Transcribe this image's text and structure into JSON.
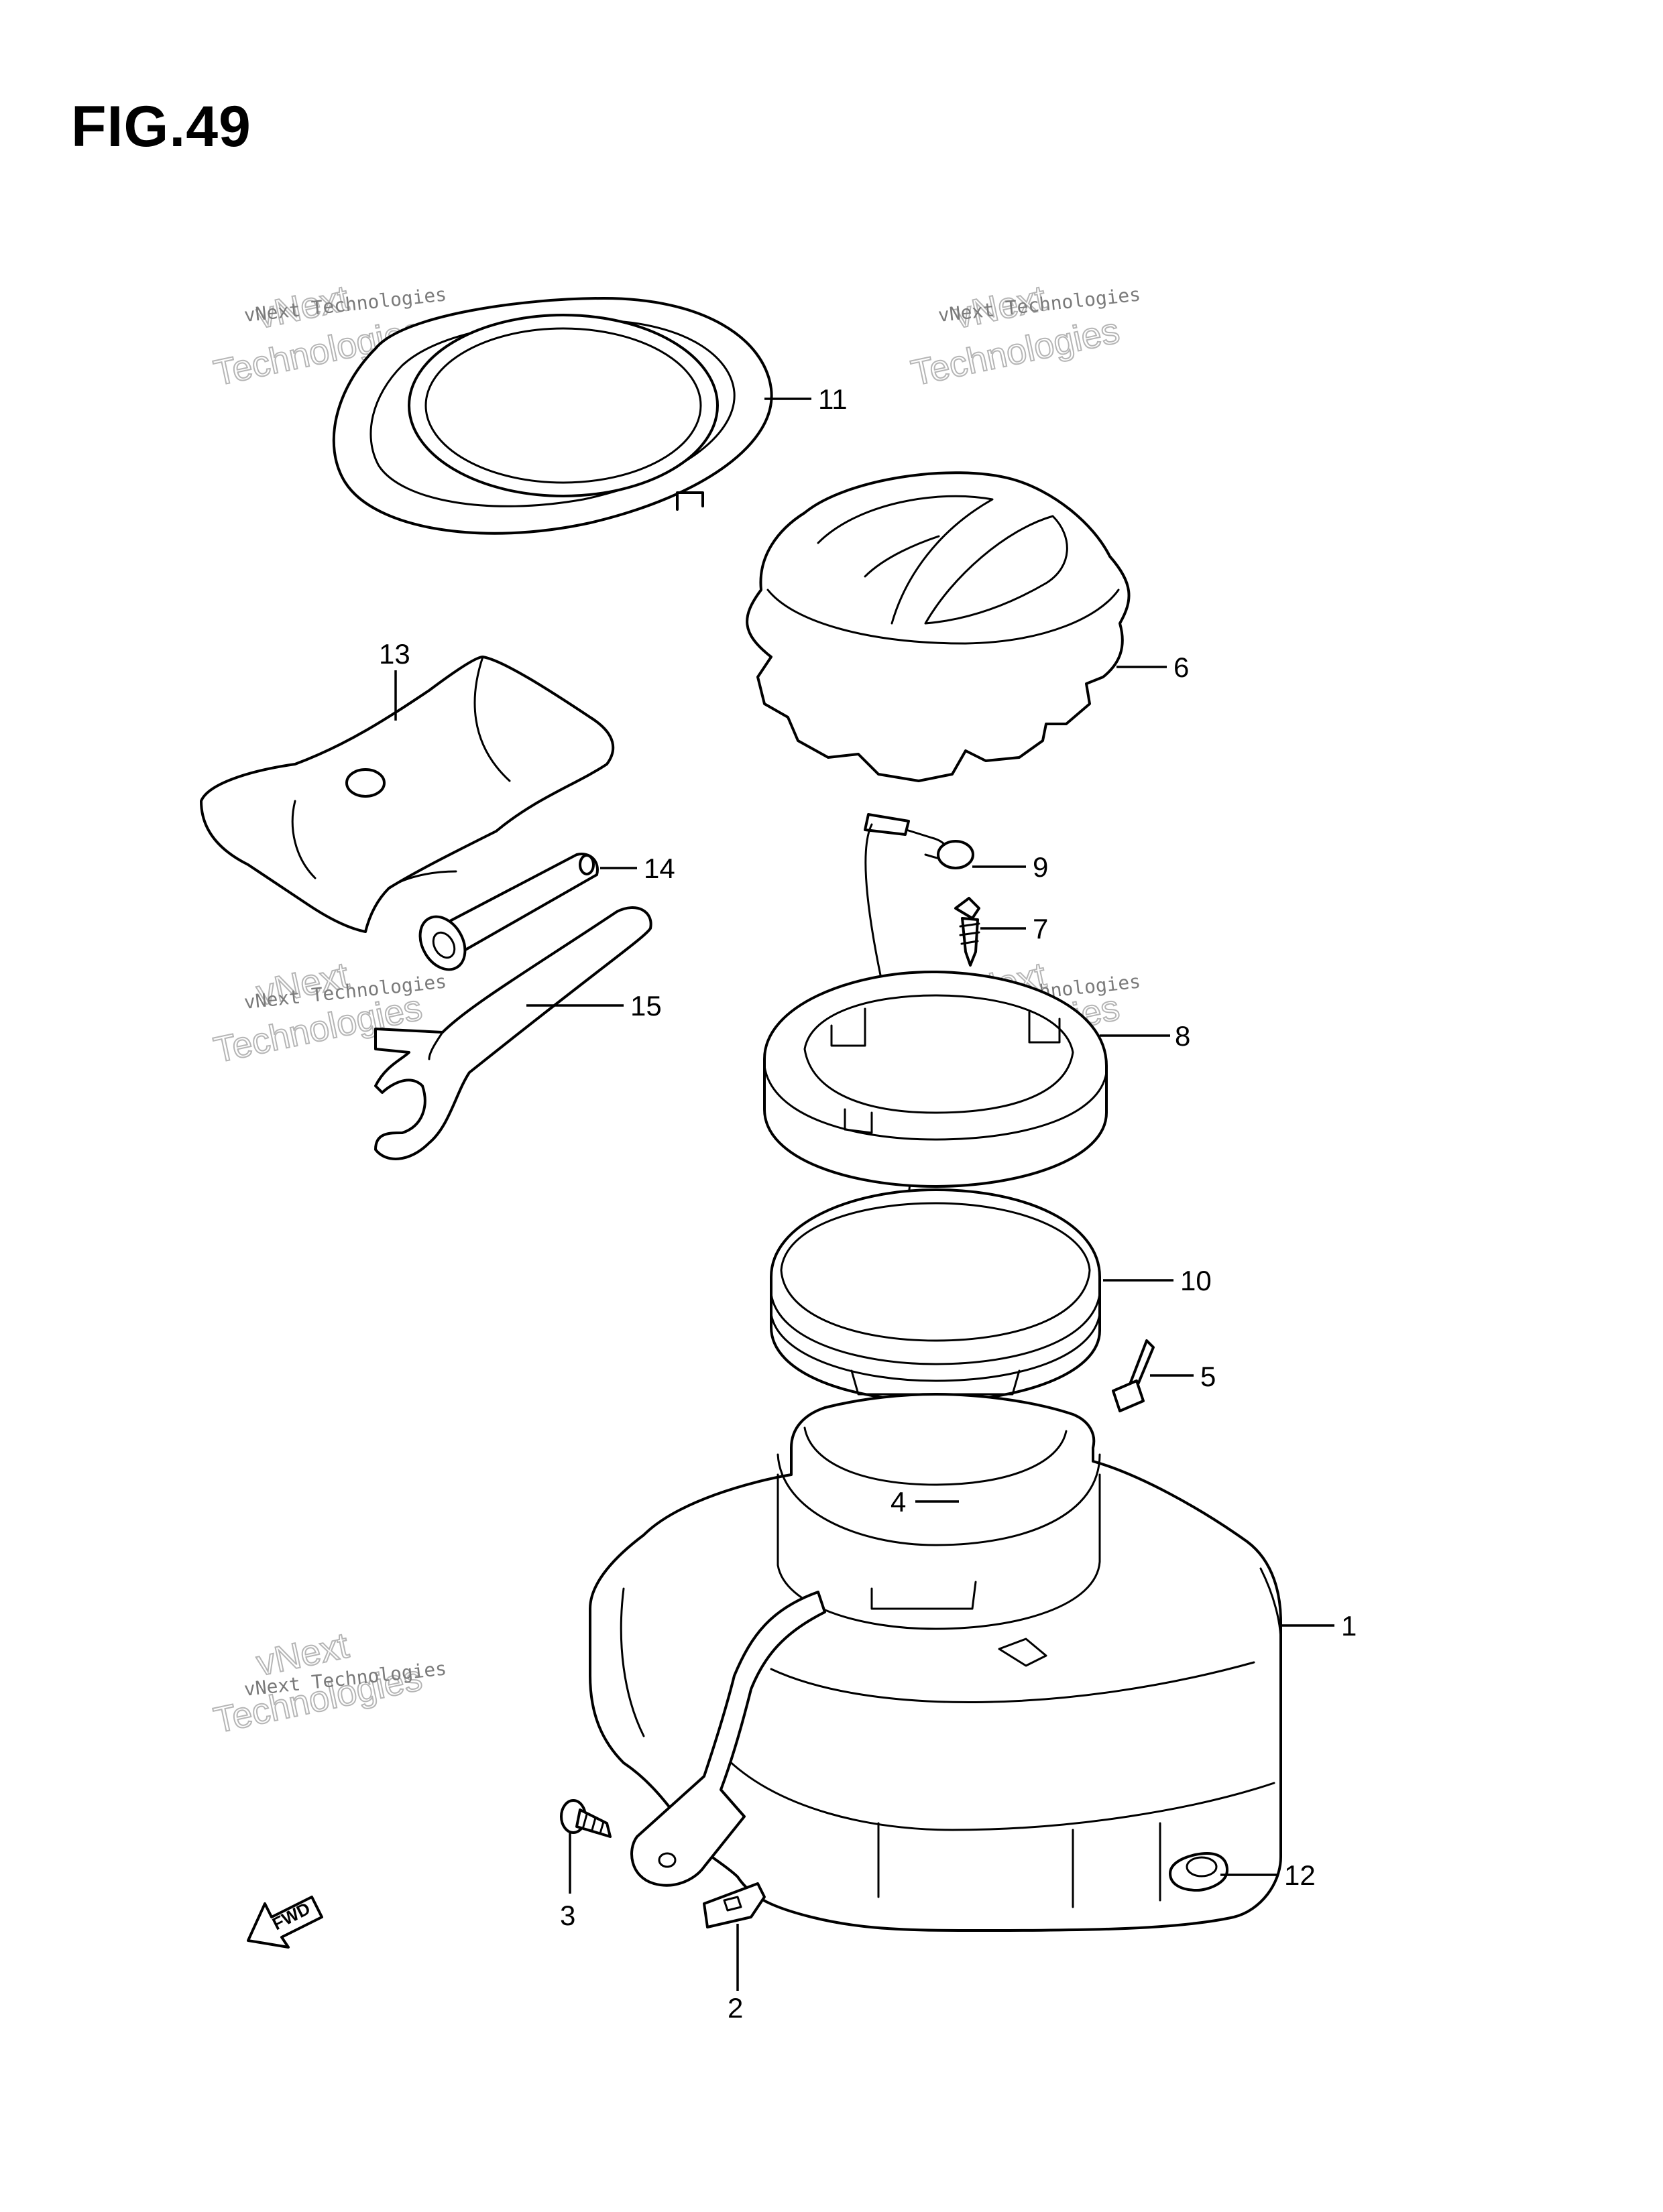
{
  "figure": {
    "title": "FIG.49"
  },
  "watermark": {
    "line1": "vNext Technologies",
    "line2": "vNext",
    "line3": "Technologies"
  },
  "fwd_label": "FWD",
  "callouts": [
    {
      "id": "1",
      "label": "1"
    },
    {
      "id": "2",
      "label": "2"
    },
    {
      "id": "3",
      "label": "3"
    },
    {
      "id": "4",
      "label": "4"
    },
    {
      "id": "5",
      "label": "5"
    },
    {
      "id": "6",
      "label": "6"
    },
    {
      "id": "7",
      "label": "7"
    },
    {
      "id": "8",
      "label": "8"
    },
    {
      "id": "9",
      "label": "9"
    },
    {
      "id": "10",
      "label": "10"
    },
    {
      "id": "11",
      "label": "11"
    },
    {
      "id": "12",
      "label": "12"
    },
    {
      "id": "13",
      "label": "13"
    },
    {
      "id": "14",
      "label": "14"
    },
    {
      "id": "15",
      "label": "15"
    }
  ]
}
